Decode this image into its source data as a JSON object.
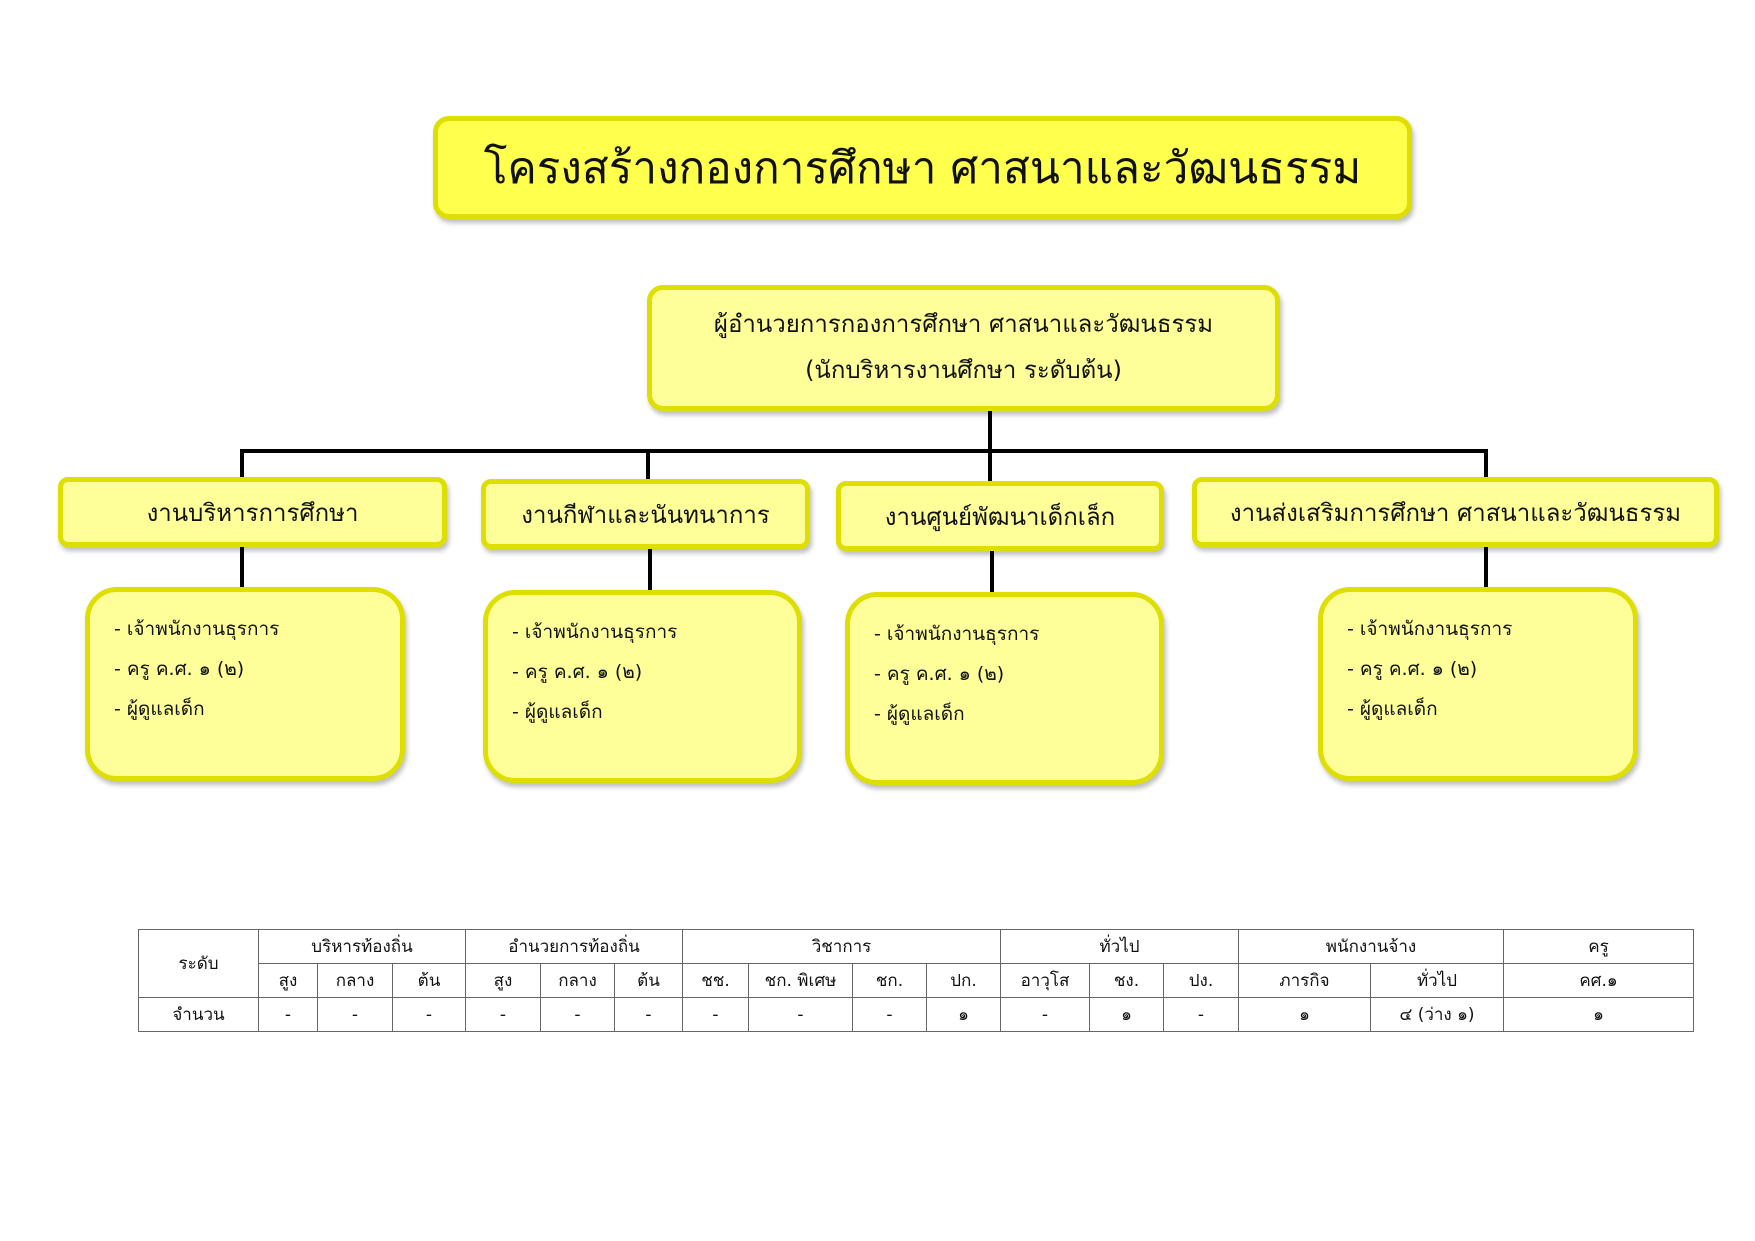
{
  "title": "โครงสร้างกองการศึกษา ศาสนาและวัฒนธรรม",
  "director": {
    "line1": "ผู้อำนวยการกองการศึกษา ศาสนาและวัฒนธรรม",
    "line2": "(นักบริหารงานศึกษา ระดับต้น)"
  },
  "departments": [
    {
      "name": "งานบริหารการศึกษา",
      "staff": [
        "-  เจ้าพนักงานธุรการ",
        "-  ครู ค.ศ. ๑ (๒)",
        "-  ผู้ดูแลเด็ก"
      ]
    },
    {
      "name": "งานกีฬาและนันทนาการ",
      "staff": [
        "-  เจ้าพนักงานธุรการ",
        "-  ครู ค.ศ. ๑ (๒)",
        "-  ผู้ดูแลเด็ก"
      ]
    },
    {
      "name": "งานศูนย์พัฒนาเด็กเล็ก",
      "staff": [
        "-  เจ้าพนักงานธุรการ",
        "-  ครู ค.ศ. ๑ (๒)",
        "-  ผู้ดูแลเด็ก"
      ]
    },
    {
      "name": "งานส่งเสริมการศึกษา ศาสนาและวัฒนธรรม",
      "staff": [
        "-  เจ้าพนักงานธุรการ",
        "-  ครู ค.ศ. ๑ (๒)",
        "-  ผู้ดูแลเด็ก"
      ]
    }
  ],
  "table": {
    "row_label_level": "ระดับ",
    "row_label_count": "จำนวน",
    "groups": [
      "บริหารท้องถิ่น",
      "อำนวยการท้องถิ่น",
      "วิชาการ",
      "ทั่วไป",
      "พนักงานจ้าง",
      "ครู"
    ],
    "subheaders": [
      "สูง",
      "กลาง",
      "ต้น",
      "สูง",
      "กลาง",
      "ต้น",
      "ชช.",
      "ชก. พิเศษ",
      "ชก.",
      "ปก.",
      "อาวุโส",
      "ชง.",
      "ปง.",
      "ภารกิจ",
      "ทั่วไป",
      "คศ.๑"
    ],
    "counts": [
      "-",
      "-",
      "-",
      "-",
      "-",
      "-",
      "-",
      "-",
      "-",
      "๑",
      "-",
      "๑",
      "-",
      "๑",
      "๔ (ว่าง ๑)",
      "๑"
    ]
  }
}
